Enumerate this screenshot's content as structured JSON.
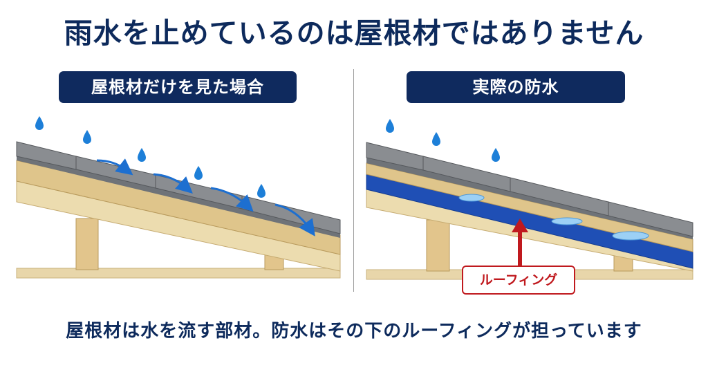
{
  "title": "雨水を止めているのは屋根材ではありません",
  "panels": {
    "left": {
      "label": "屋根材だけを見た場合"
    },
    "right": {
      "label": "実際の防水",
      "callout": "ルーフィング"
    }
  },
  "caption": "屋根材は水を流す部材。防水はその下のルーフィングが担っています",
  "colors": {
    "navy": "#0f2a5e",
    "roofing_blue": "#1f4fb5",
    "callout_red": "#c0191e",
    "shingle_gray": "#7b7e82",
    "wood": "#e9d6a8",
    "rain": "#1d7fd8"
  },
  "icons": [
    "raindrop-icon",
    "flow-arrow-icon",
    "up-arrow-icon"
  ]
}
